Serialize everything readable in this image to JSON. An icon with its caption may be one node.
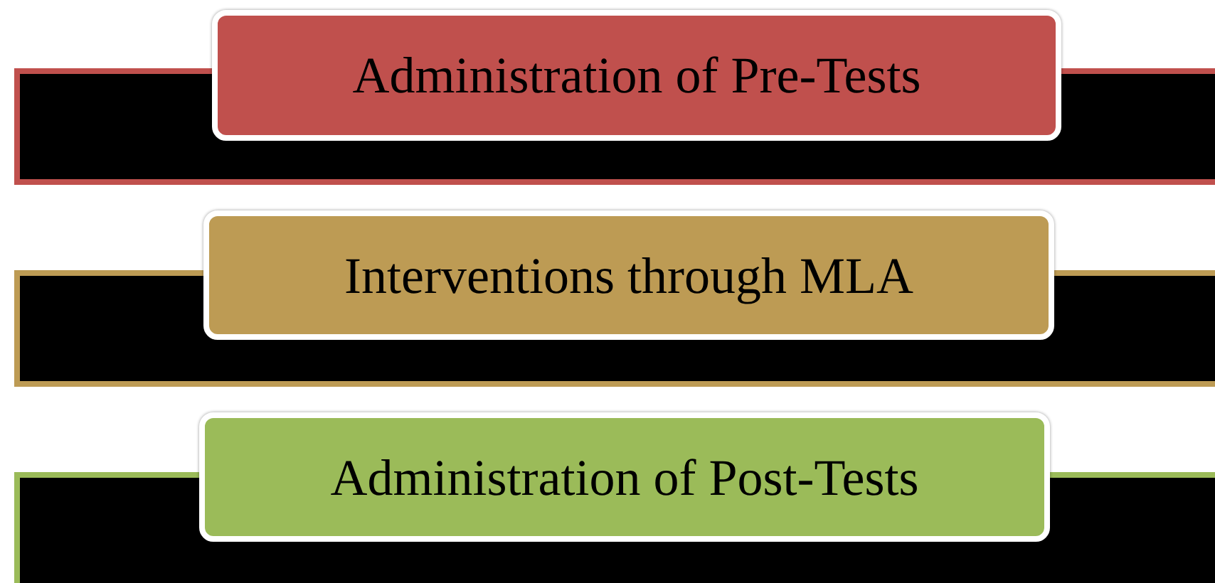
{
  "diagram": {
    "nodes": [
      {
        "text": [
          "Administration of Pre-Tests"
        ]
      },
      {
        "text": [
          "Interventions through MLA"
        ]
      },
      {
        "text": [
          "Administration of Post-Tests"
        ]
      }
    ]
  }
}
